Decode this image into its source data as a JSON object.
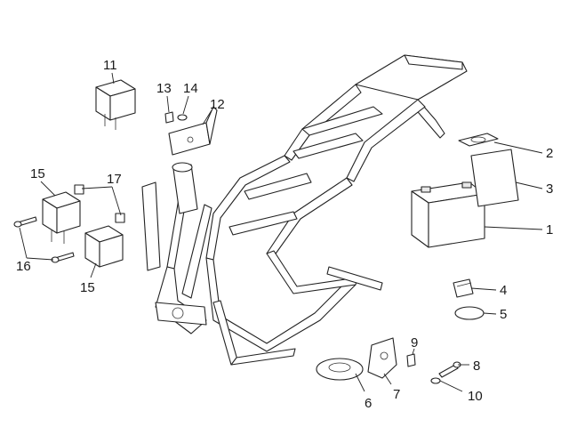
{
  "callouts": {
    "n1": "1",
    "n2": "2",
    "n3": "3",
    "n4": "4",
    "n5": "5",
    "n6": "6",
    "n7": "7",
    "n8": "8",
    "n9": "9",
    "n10": "10",
    "n11": "11",
    "n12": "12",
    "n13": "13",
    "n14": "14",
    "n15a": "15",
    "n15b": "15",
    "n16": "16",
    "n17": "17"
  },
  "colors": {
    "line": "#222222",
    "background": "#ffffff"
  }
}
